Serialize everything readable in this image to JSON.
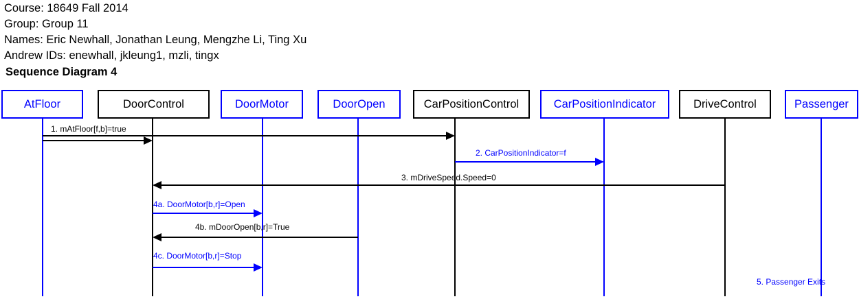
{
  "header": {
    "course": "Course: 18649 Fall 2014",
    "group": "Group: Group 11",
    "names": "Names: Eric Newhall, Jonathan Leung, Mengzhe Li, Ting Xu",
    "andrew_ids": "Andrew IDs: enewhall, jkleung1, mzli, tingx"
  },
  "diagram_title": "Sequence Diagram 4",
  "colors": {
    "blue": "#0000ff",
    "black": "#000000"
  },
  "participants": [
    {
      "id": "atfloor",
      "label": "AtFloor",
      "color": "blue"
    },
    {
      "id": "doorcontrol",
      "label": "DoorControl",
      "color": "black"
    },
    {
      "id": "doormotor",
      "label": "DoorMotor",
      "color": "blue"
    },
    {
      "id": "dooropen",
      "label": "DoorOpen",
      "color": "blue"
    },
    {
      "id": "carpositioncontrol",
      "label": "CarPositionControl",
      "color": "black"
    },
    {
      "id": "carpositionindicator",
      "label": "CarPositionIndicator",
      "color": "blue"
    },
    {
      "id": "drivecontrol",
      "label": "DriveControl",
      "color": "black"
    },
    {
      "id": "passenger",
      "label": "Passenger",
      "color": "blue"
    }
  ],
  "messages": [
    {
      "id": "m1",
      "label": "1. mAtFloor[f,b]=true",
      "from": "atfloor",
      "to": "carpositioncontrol",
      "color": "black"
    },
    {
      "id": "m1b",
      "label": "",
      "from": "atfloor",
      "to": "doorcontrol",
      "color": "black"
    },
    {
      "id": "m2",
      "label": "2. CarPositionIndicator=f",
      "from": "carpositioncontrol",
      "to": "carpositionindicator",
      "color": "blue"
    },
    {
      "id": "m3",
      "label": "3. mDriveSpeed.Speed=0",
      "from": "drivecontrol",
      "to": "doorcontrol",
      "color": "black"
    },
    {
      "id": "m4a",
      "label": "4a. DoorMotor[b,r]=Open",
      "from": "doorcontrol",
      "to": "doormotor",
      "color": "blue"
    },
    {
      "id": "m4b",
      "label": "4b. mDoorOpen[b,r]=True",
      "from": "dooropen",
      "to": "doorcontrol",
      "color": "black"
    },
    {
      "id": "m4c",
      "label": "4c. DoorMotor[b,r]=Stop",
      "from": "doorcontrol",
      "to": "doormotor",
      "color": "blue"
    }
  ],
  "notes": [
    {
      "id": "n5",
      "label": "5. Passenger Exits",
      "at": "passenger",
      "color": "blue"
    }
  ]
}
